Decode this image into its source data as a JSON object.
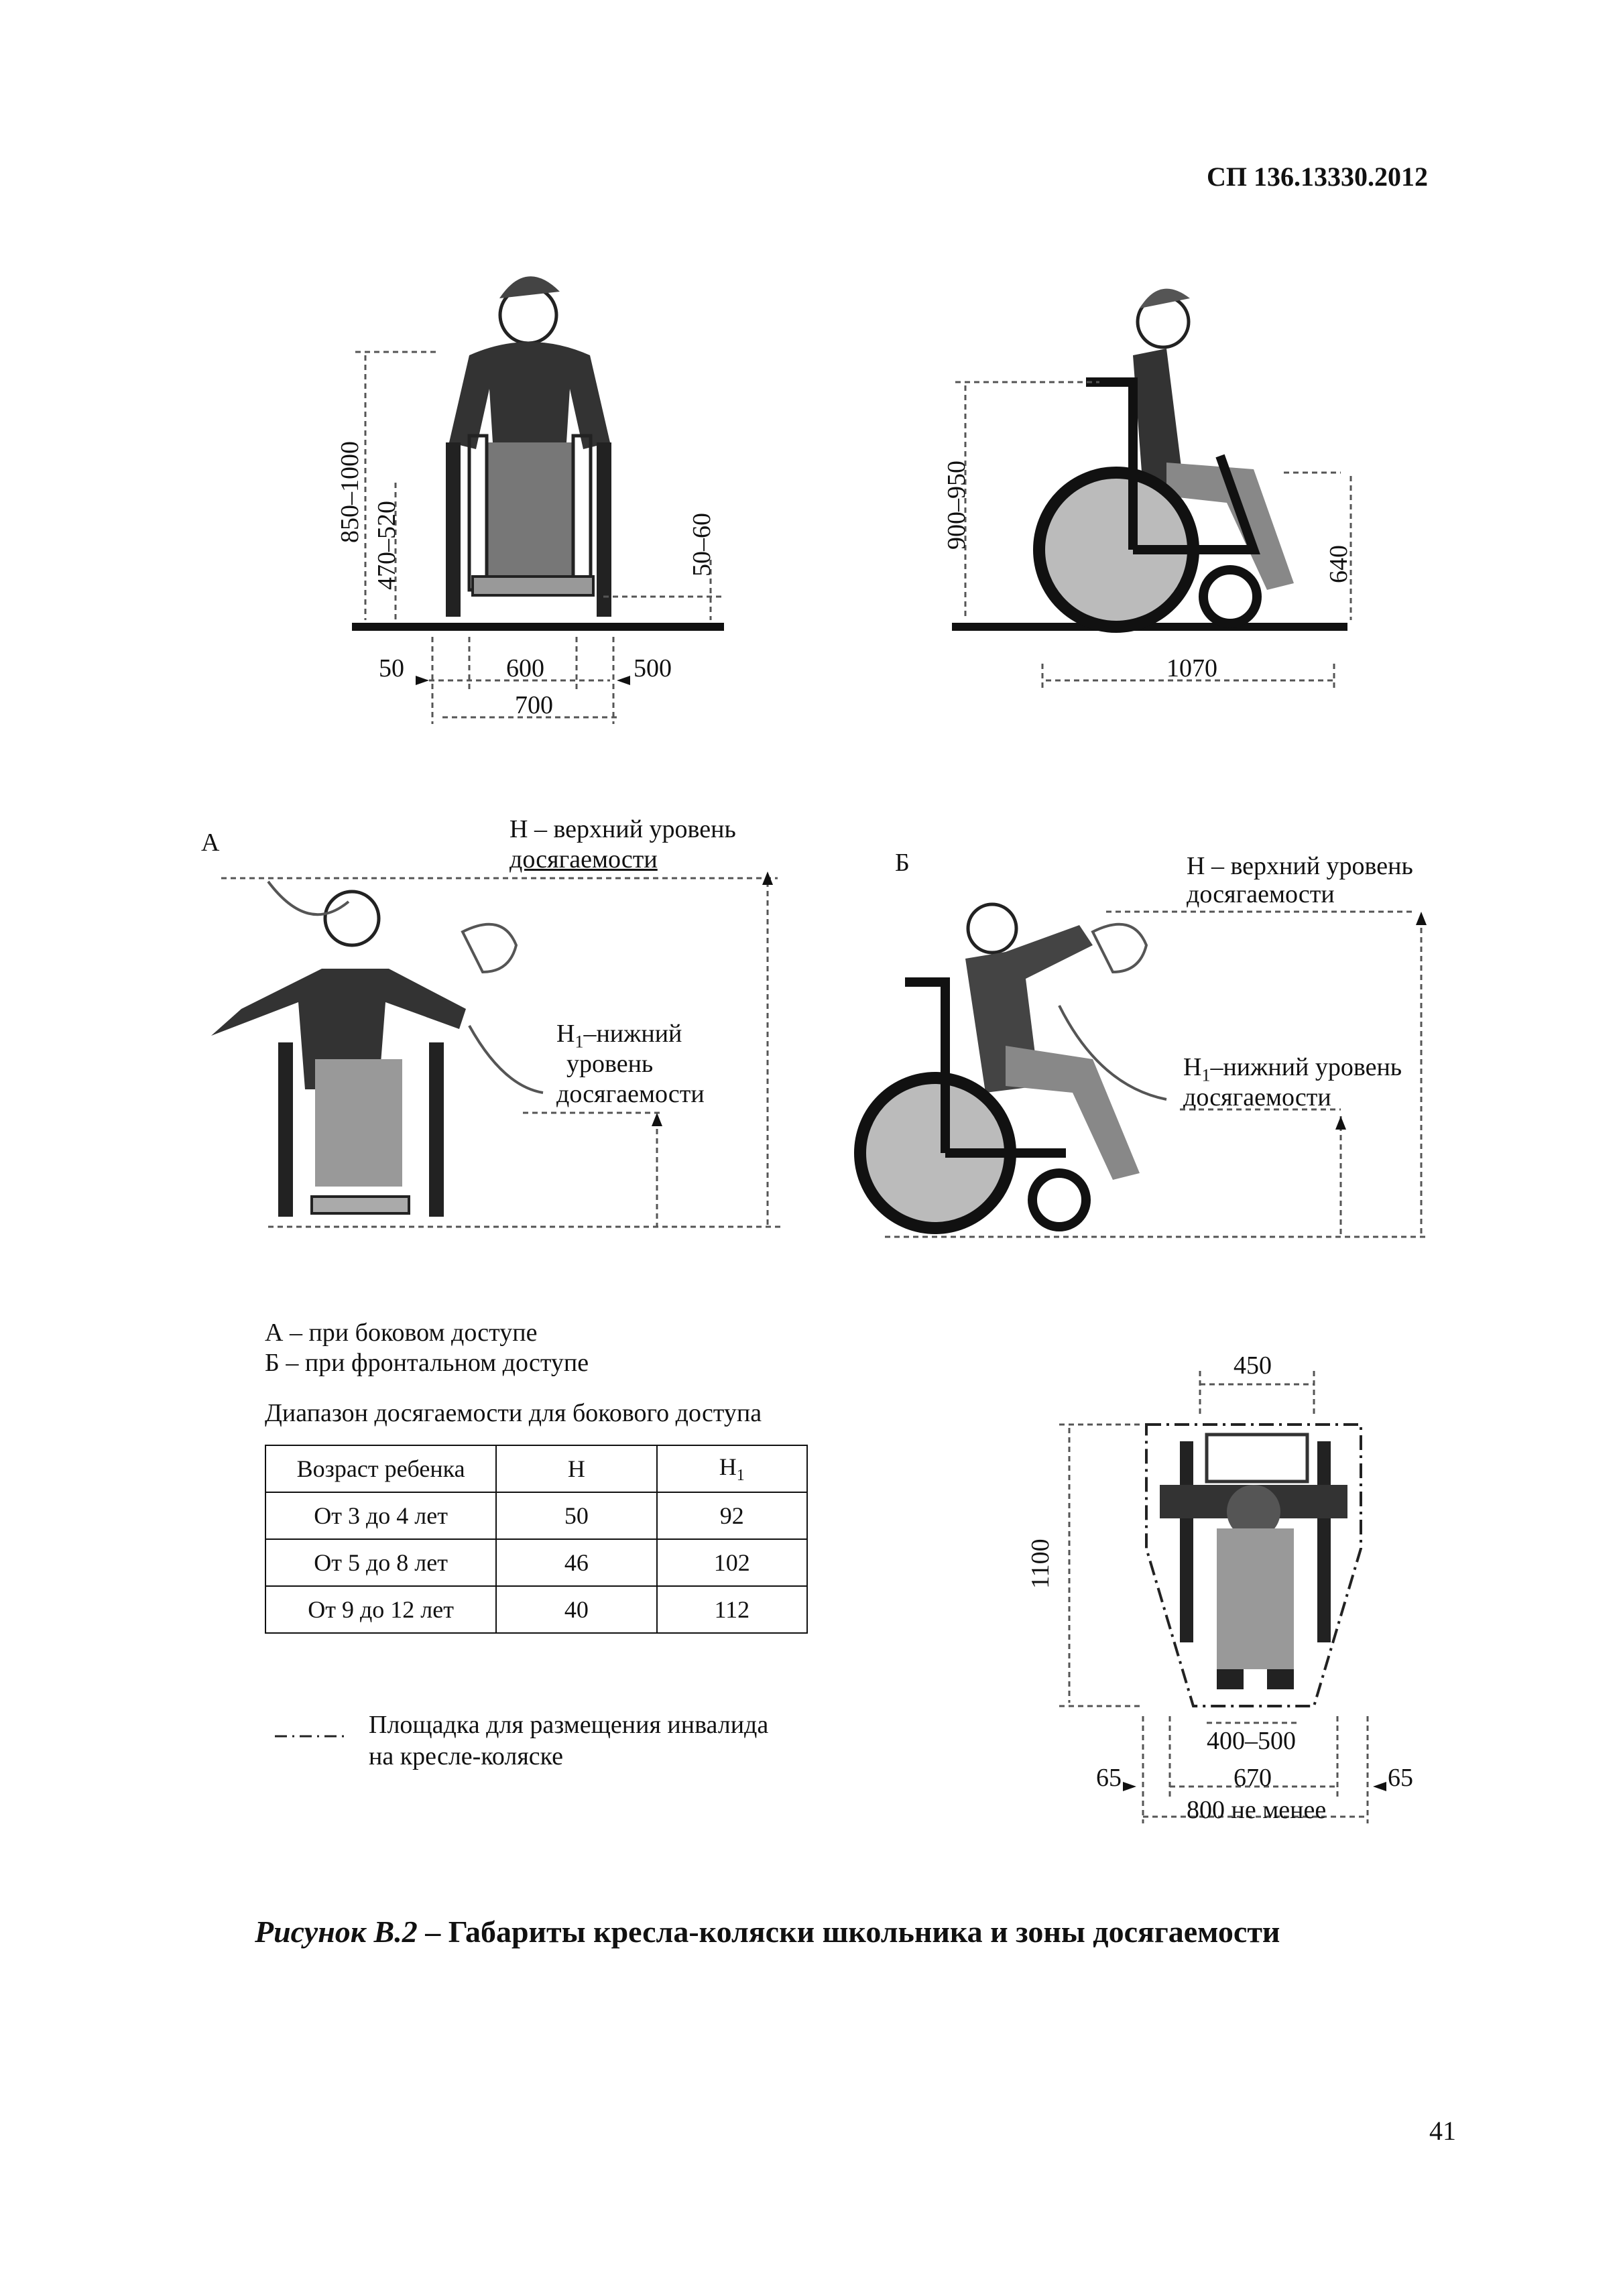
{
  "header": {
    "doc_code": "СП 136.13330.2012"
  },
  "fig_top_left": {
    "dims": [
      "850–1000",
      "470–520",
      "50–60",
      "50",
      "600",
      "500",
      "700"
    ]
  },
  "fig_top_right": {
    "dims": [
      "900–950",
      "640",
      "1070"
    ]
  },
  "fig_a": {
    "letter": "А",
    "h_label_line1": "Н – верхний уровень",
    "h_label_line2": "досягаемости",
    "h1_label_line1": "Н",
    "h1_sub": "1",
    "h1_label_line1_rest": "–нижний",
    "h1_label_line2": "уровень",
    "h1_label_line3": "досягаемости"
  },
  "fig_b": {
    "letter": "Б",
    "h_label_line1": "Н – верхний уровень",
    "h_label_line2": "досягаемости",
    "h1_label_line1": "Н",
    "h1_sub": "1",
    "h1_label_line1_rest": "–нижний уровень",
    "h1_label_line2": "досягаемости"
  },
  "legend": {
    "a": "А – при боковом доступе",
    "b": "Б – при фронтальном доступе",
    "table_title": "Диапазон досягаемости для бокового доступа",
    "platform_line1": "Площадка для размещения инвалида",
    "platform_line2": "на кресле-коляске"
  },
  "table": {
    "headers": [
      "Возраст ребенка",
      "Н",
      "Н",
      "1"
    ],
    "rows": [
      [
        "От 3 до 4 лет",
        "50",
        "92"
      ],
      [
        "От 5 до 8 лет",
        "46",
        "102"
      ],
      [
        "От 9 до 12 лет",
        "40",
        "112"
      ]
    ]
  },
  "fig_plan": {
    "dims": [
      "450",
      "1100",
      "400–500",
      "65",
      "670",
      "65",
      "800 не менее"
    ]
  },
  "caption": {
    "italic": "Рисунок В.2",
    "rest": " – Габариты кресла-коляски школьника и зоны досягаемости"
  },
  "page_number": "41"
}
